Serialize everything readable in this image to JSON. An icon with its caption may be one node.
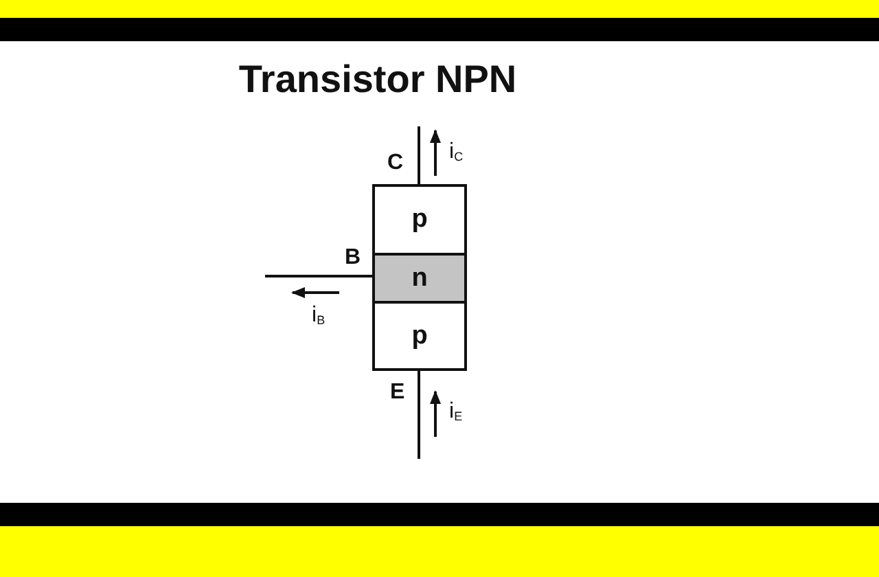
{
  "diagram": {
    "title": "Transistor NPN",
    "nodes": [
      {
        "text": [
          "p"
        ]
      },
      {
        "text": [
          "n"
        ]
      },
      {
        "text": [
          "p"
        ]
      }
    ],
    "edges": [
      {
        "from": null,
        "to": 0,
        "arrow": "none"
      },
      {
        "from": null,
        "to": 1,
        "arrow": "none"
      },
      {
        "from": null,
        "to": 2,
        "arrow": "none"
      }
    ],
    "labels": [
      "C",
      "i$_{C}$",
      "B",
      "i$_{B}$",
      "E",
      "i$_{E}$"
    ]
  }
}
